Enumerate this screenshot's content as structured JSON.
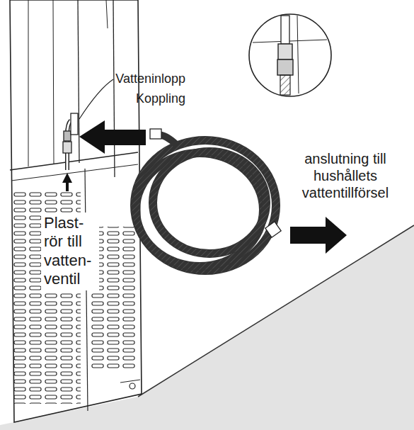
{
  "diagram": {
    "labels": [
      "Vatteninlopp Koppling",
      "Plast- rör till vatten- ventil",
      "anslutning till hushållets vattentillförsel"
    ]
  }
}
